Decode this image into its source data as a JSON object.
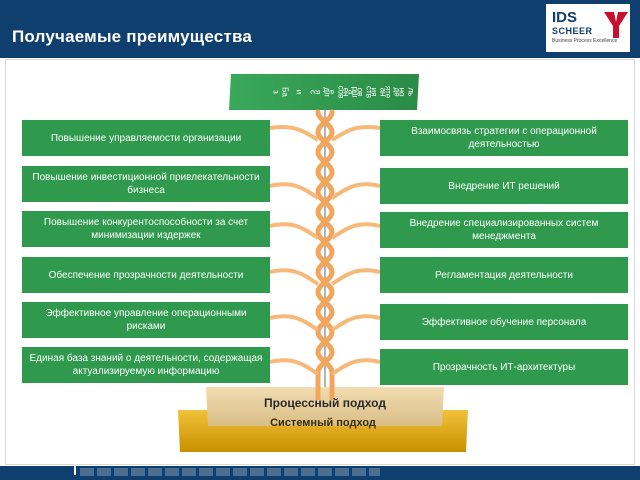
{
  "header": {
    "title": "Получаемые преимущества"
  },
  "logo": {
    "ids": "IDS",
    "scheer": "SCHEER",
    "tagline": "Business Process Excellence"
  },
  "banner": {
    "lines": [
      "Баз",
      "и",
      "с",
      "для",
      "сове",
      "ршен",
      "ствова",
      "ания",
      "деяте",
      "льно",
      "сти"
    ]
  },
  "left_items": [
    "Повышение управляемости организации",
    "Повышение инвестиционной привлекательности бизнеса",
    "Повышение конкурентоспособности за счет минимизации издержек",
    "Обеспечение прозрачности деятельности",
    "Эффективное управление операционными рисками",
    "Единая база знаний о деятельности, содержащая актуализируемую информацию"
  ],
  "right_items": [
    "Взаимосвязь стратегии с операционной деятельностью",
    "Внедрение ИТ решений",
    "Внедрение специализированных систем менеджмента",
    "Регламентация деятельности",
    "Эффективное обучение персонала",
    "Прозрачность ИТ-архитектуры"
  ],
  "base": {
    "process": "Процессный подход",
    "system": "Системный подход"
  },
  "colors": {
    "header": "#0e3f6e",
    "box_green": "#2f9a4e",
    "stem_orange": "#f3a55c",
    "base_gold": "#d8a300",
    "process_beige": "#e9d3a2"
  }
}
